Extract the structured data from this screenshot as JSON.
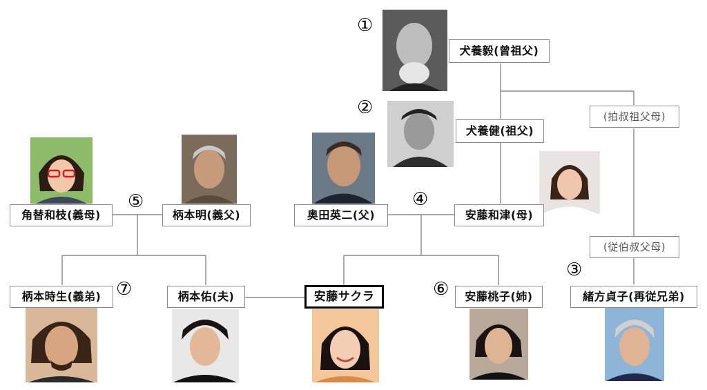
{
  "people": {
    "inukai_tsuyoshi": {
      "label": "犬養毅(曾祖父)",
      "marker": "①"
    },
    "inukai_takeru": {
      "label": "犬養健(祖父)",
      "marker": "②"
    },
    "ogata_sadako": {
      "label": "緒方貞子(再従兄弟)",
      "marker": "③"
    },
    "ando_kazutsu": {
      "label": "安藤和津(母)"
    },
    "okuda_eiji": {
      "label": "奥田英二(父)"
    },
    "tsunogae_kazue": {
      "label": "角替和枝(義母)"
    },
    "emoto_akira": {
      "label": "柄本明(義父)"
    },
    "emoto_tokio": {
      "label": "柄本時生(義弟)",
      "marker": "⑦"
    },
    "emoto_tasuku": {
      "label": "柄本佑(夫)"
    },
    "ando_sakura": {
      "label": "安藤サクラ"
    },
    "ando_momoko": {
      "label": "安藤桃子(姉)",
      "marker": "⑥"
    }
  },
  "relations": {
    "paternal_great_aunt_uncle": "(拍叔祖父母)",
    "second_aunt_uncle": "(従伯叔父母)"
  },
  "couple_markers": {
    "emoto_couple": "⑤",
    "ando_okuda_couple": "④"
  },
  "colors": {
    "line": "#8a8a8a",
    "box_border": "#8a8a8a",
    "highlight_border": "#000000"
  }
}
